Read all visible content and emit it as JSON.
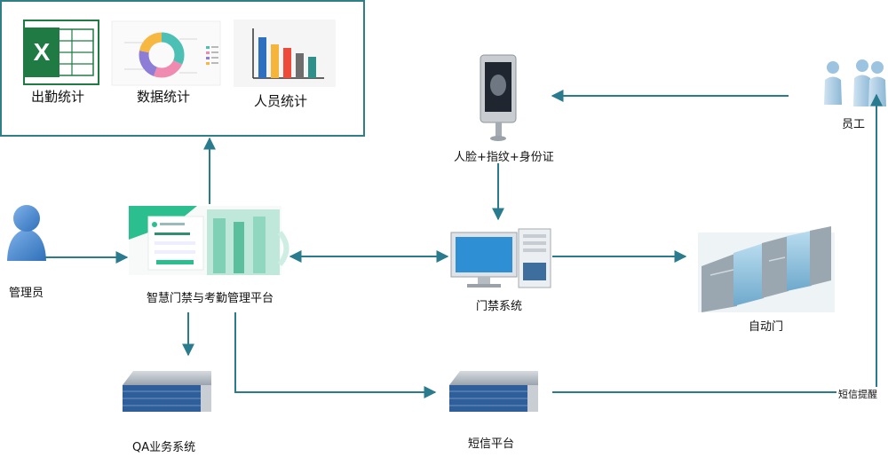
{
  "stats_panel": {
    "attendance": {
      "label": "出勤统计",
      "icon": "excel-icon",
      "icon_letter": "X"
    },
    "data": {
      "label": "数据统计",
      "icon": "donut-chart-icon"
    },
    "personnel": {
      "label": "人员统计",
      "icon": "bar-chart-icon"
    }
  },
  "nodes": {
    "admin": {
      "label": "管理员",
      "icon": "admin-person-icon"
    },
    "platform": {
      "label": "智慧门禁与考勤管理平台",
      "icon": "platform-screen-icon"
    },
    "access_system": {
      "label": "门禁系统",
      "icon": "computer-server-icon"
    },
    "face_terminal": {
      "label": "人脸+指纹+身份证",
      "icon": "face-recognition-terminal-icon"
    },
    "staff": {
      "label": "员工",
      "icon": "staff-group-icon"
    },
    "auto_gate": {
      "label": "自动门",
      "icon": "turnstile-gate-icon"
    },
    "qa_system": {
      "label": "QA业务系统",
      "icon": "rack-server-icon"
    },
    "sms_platform": {
      "label": "短信平台",
      "icon": "rack-server-icon"
    }
  },
  "edges": {
    "sms_reminder": "短信提醒"
  },
  "colors": {
    "arrow": "#2a7b8e",
    "panel_border": "#2f7f86",
    "excel_green": "#1f7a44",
    "platform_green": "#2bbf8f"
  }
}
